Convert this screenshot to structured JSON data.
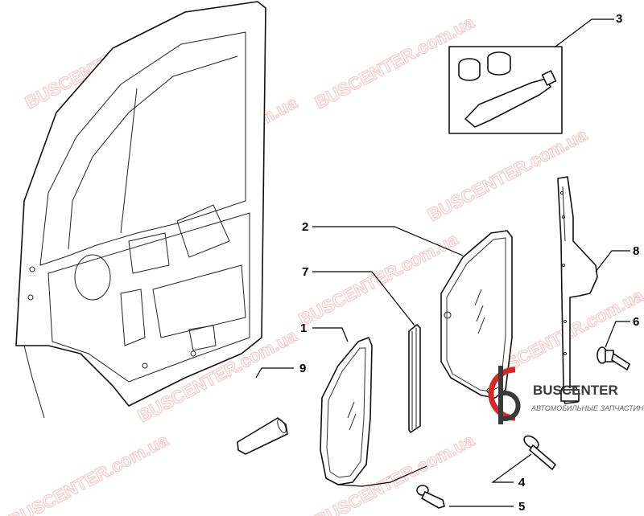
{
  "watermark": {
    "brand": "BUSCENTER",
    "domain": ".com.ua"
  },
  "callouts": [
    {
      "id": "1",
      "label": "1"
    },
    {
      "id": "2",
      "label": "2"
    },
    {
      "id": "3",
      "label": "3"
    },
    {
      "id": "4",
      "label": "4"
    },
    {
      "id": "5",
      "label": "5"
    },
    {
      "id": "6",
      "label": "6"
    },
    {
      "id": "7",
      "label": "7"
    },
    {
      "id": "8",
      "label": "8"
    },
    {
      "id": "9",
      "label": "9"
    }
  ],
  "logo": {
    "name": "BUSCENTER",
    "tagline": "АВТОМОБИЛЬНЫЕ ЗАПЧАСТИНИ",
    "icon": "buscenter-logo-icon",
    "accent_color": "#d62828"
  },
  "colors": {
    "line": "#111111",
    "watermark": "#e98a8a",
    "background": "#ffffff"
  }
}
